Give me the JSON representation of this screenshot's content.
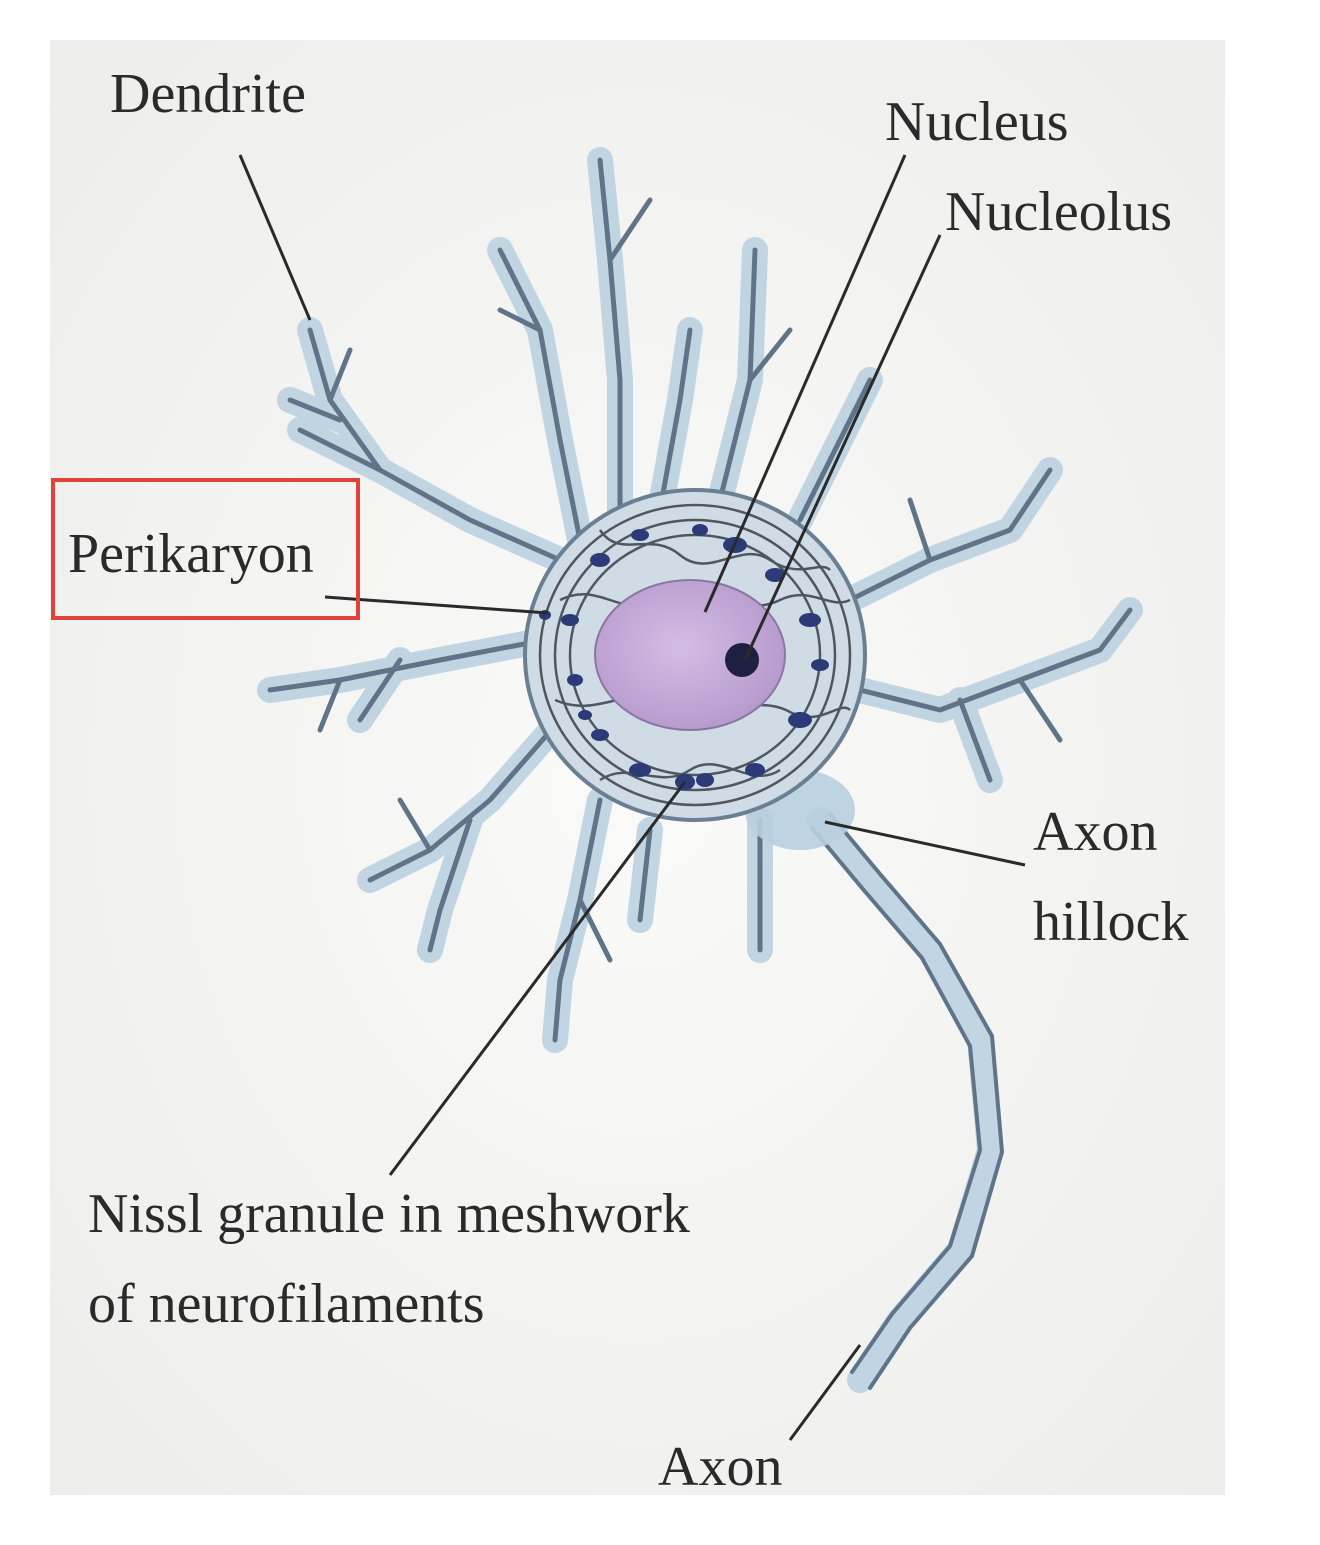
{
  "labels": {
    "dendrite": "Dendrite",
    "nucleus": "Nucleus",
    "nucleolus": "Nucleolus",
    "perikaryon": "Perikaryon",
    "axon_hillock_line1": "Axon",
    "axon_hillock_line2": "hillock",
    "nissl_line1": "Nissl granule in meshwork",
    "nissl_line2": "of neurofilaments",
    "axon": "Axon"
  },
  "colors": {
    "background": "#f4f4f2",
    "dendrite_fill": "#a9c3d8",
    "dendrite_stroke": "#5f7488",
    "nucleus_fill": "#c3a5d6",
    "nucleolus_fill": "#1d2040",
    "nissl_fill": "#2c3a78",
    "highlight_box": "#e0433a",
    "label_text": "#2a2a2a"
  },
  "highlighted_label": "perikaryon"
}
